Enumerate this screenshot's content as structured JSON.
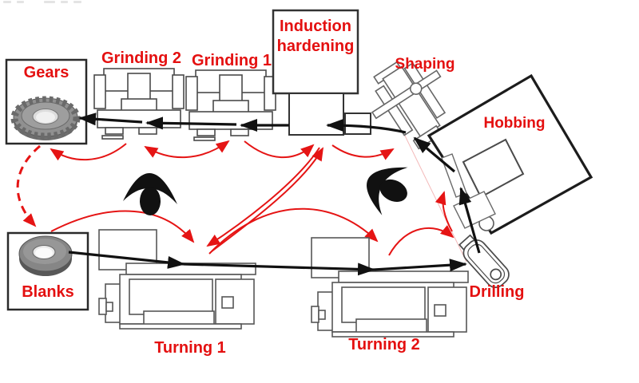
{
  "colors": {
    "label_red": "#e41010",
    "red_arrow": "#e51414",
    "black_arrow": "#111111",
    "machine_line": "#4a4a4a",
    "box_line": "#2a2a2a",
    "gear_gray": "#909090"
  },
  "stations": {
    "gears": {
      "label": "Gears"
    },
    "blanks": {
      "label": "Blanks"
    },
    "grinding2": {
      "label": "Grinding 2"
    },
    "grinding1": {
      "label": "Grinding 1"
    },
    "induction": {
      "label": "Induction hardening"
    },
    "shaping": {
      "label": "Shaping"
    },
    "hobbing": {
      "label": "Hobbing"
    },
    "turning1": {
      "label": "Turning 1"
    },
    "turning2": {
      "label": "Turning 2"
    },
    "drilling": {
      "label": "Drilling"
    }
  },
  "flows": {
    "main_route_black": [
      "Blanks",
      "Turning 1",
      "Turning 2",
      "Drilling",
      "Hobbing",
      "Shaping",
      "Induction hardening",
      "Grinding 1",
      "Grinding 2",
      "Gears"
    ],
    "red_alternative_links": [
      {
        "from": "Gears",
        "to": "Blanks",
        "style": "dashed"
      },
      {
        "from": "Grinding 2",
        "to": "Gears"
      },
      {
        "from": "Grinding 1",
        "to": "Grinding 2",
        "bidirectional": true
      },
      {
        "from": "Grinding 1",
        "to": "Induction hardening"
      },
      {
        "from": "Induction hardening",
        "to": "Turning 1",
        "bidirectional": true
      },
      {
        "from": "Blanks",
        "to": "Turning 1"
      },
      {
        "from": "Turning 1",
        "to": "Turning 2"
      },
      {
        "from": "Turning 2",
        "to": "Drilling"
      },
      {
        "from": "Induction hardening",
        "to": "Shaping"
      },
      {
        "from": "Drilling",
        "to": "Hobbing"
      }
    ]
  }
}
